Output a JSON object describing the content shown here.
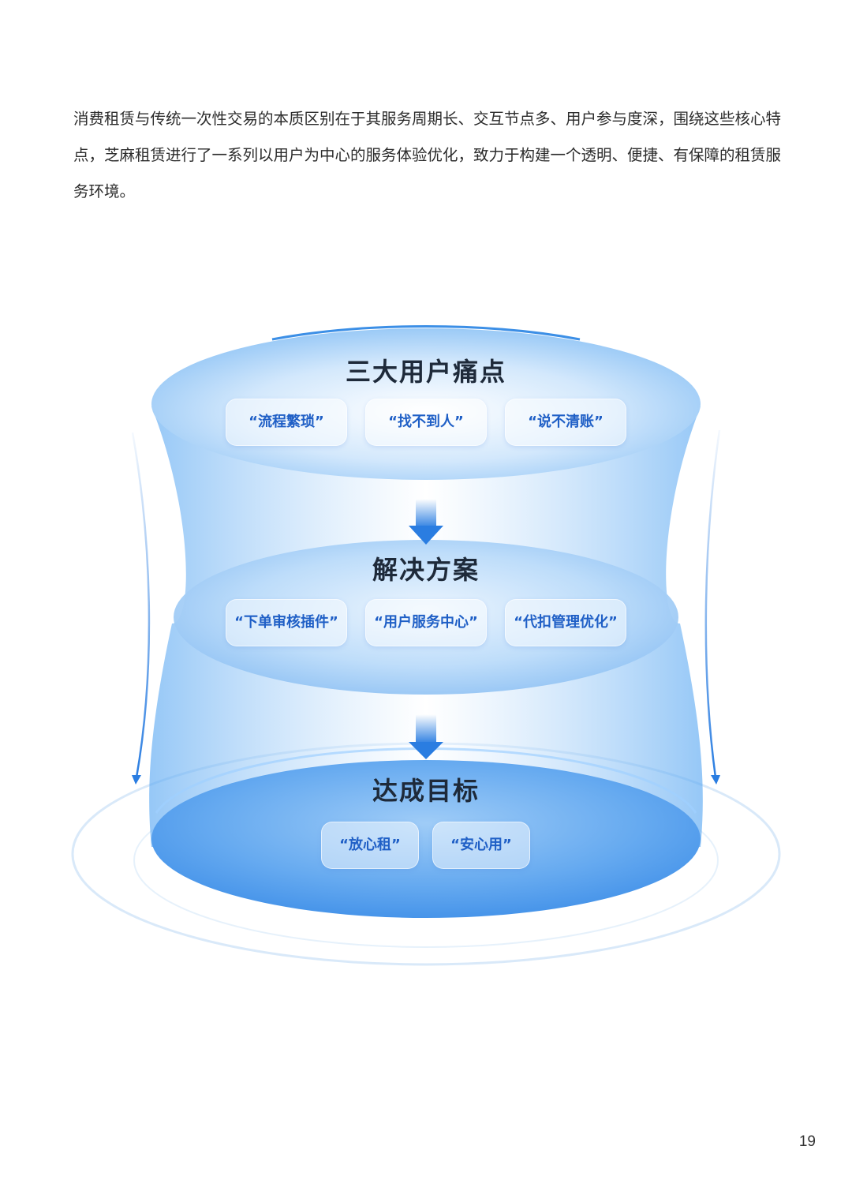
{
  "intro_text": "消费租赁与传统一次性交易的本质区别在于其服务周期长、交互节点多、用户参与度深，围绕这些核心特点，芝麻租赁进行了一系列以用户为中心的服务体验优化，致力于构建一个透明、便捷、有保障的租赁服务环境。",
  "stages": [
    {
      "title": "三大用户痛点",
      "items": [
        "“流程繁琐”",
        "“找不到人”",
        "“说不清账”"
      ]
    },
    {
      "title": "解决方案",
      "items": [
        "“下单审核插件”",
        "“用户服务中心”",
        "“代扣管理优化”"
      ]
    },
    {
      "title": "达成目标",
      "items": [
        "“放心租”",
        "“安心用”"
      ]
    }
  ],
  "colors": {
    "accent": "#2a7de1",
    "pill_text": "#1f5fc6",
    "title_text": "#1e2a3a"
  },
  "icons": [
    "arrow-down-icon",
    "arrow-down-icon",
    "side-arrow-left-icon",
    "side-arrow-right-icon"
  ],
  "page_number": "19"
}
